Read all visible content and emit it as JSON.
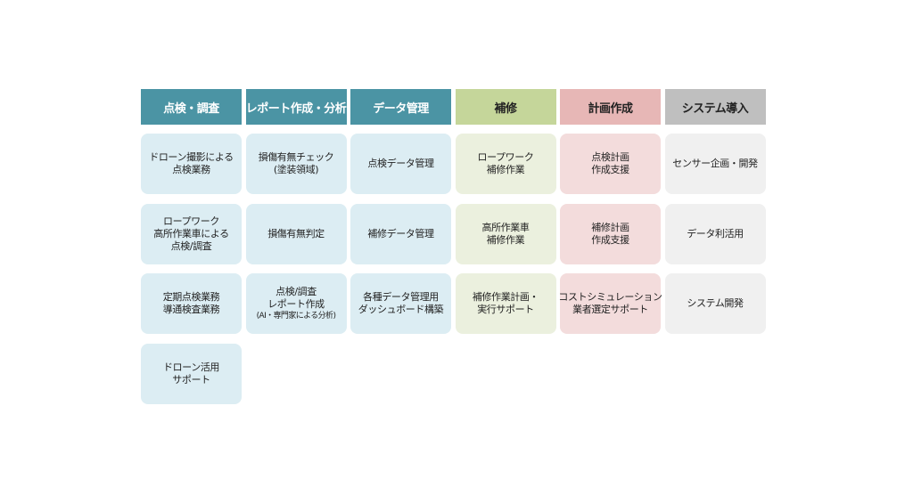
{
  "columns": [
    {
      "header": "点検・調査",
      "cards": [
        [
          "ドローン撮影による",
          "点検業務"
        ],
        [
          "ロープワーク",
          "高所作業車による",
          "点検/調査"
        ],
        [
          "定期点検業務",
          "導通検査業務"
        ],
        [
          "ドローン活用",
          "サポート"
        ]
      ]
    },
    {
      "header": "レポート作成・分析",
      "cards": [
        [
          "損傷有無チェック",
          "(塗装領域)"
        ],
        [
          "損傷有無判定"
        ],
        [
          "点検/調査",
          "レポート作成",
          "(AI・専門家による分析)"
        ]
      ]
    },
    {
      "header": "データ管理",
      "cards": [
        [
          "点検データ管理"
        ],
        [
          "補修データ管理"
        ],
        [
          "各種データ管理用",
          "ダッシュボード構築"
        ]
      ]
    },
    {
      "header": "補修",
      "cards": [
        [
          "ロープワーク",
          "補修作業"
        ],
        [
          "高所作業車",
          "補修作業"
        ],
        [
          "補修作業計画・",
          "実行サポート"
        ]
      ]
    },
    {
      "header": "計画作成",
      "cards": [
        [
          "点検計画",
          "作成支援"
        ],
        [
          "補修計画",
          "作成支援"
        ],
        [
          "コストシミュレーション",
          "業者選定サポート"
        ]
      ]
    },
    {
      "header": "システム導入",
      "cards": [
        [
          "センサー企画・開発"
        ],
        [
          "データ利活用"
        ],
        [
          "システム開発"
        ]
      ]
    }
  ],
  "colors": {
    "teal_header": "#4b94a4",
    "teal_card": "#dcedf3",
    "green_header": "#c5d69a",
    "green_card": "#ebf0de",
    "pink_header": "#e7b7b6",
    "pink_card": "#f3dcdc",
    "gray_header": "#bfbfbf",
    "gray_card": "#f0f0f0"
  }
}
